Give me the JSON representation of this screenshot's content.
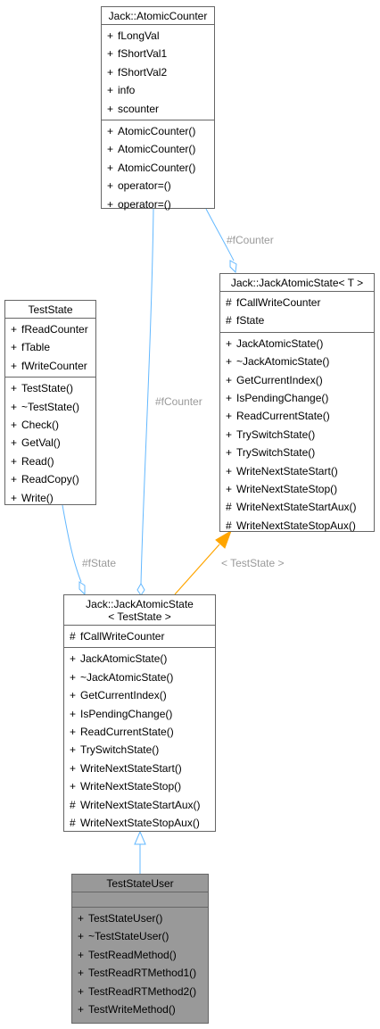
{
  "classes": {
    "atomic_counter": {
      "title": [
        "Jack::AtomicCounter"
      ],
      "attributes": [
        {
          "vis": "+",
          "name": "fLongVal"
        },
        {
          "vis": "+",
          "name": "fShortVal1"
        },
        {
          "vis": "+",
          "name": "fShortVal2"
        },
        {
          "vis": "+",
          "name": "info"
        },
        {
          "vis": "+",
          "name": "scounter"
        }
      ],
      "methods": [
        {
          "vis": "+",
          "name": "AtomicCounter()"
        },
        {
          "vis": "+",
          "name": "AtomicCounter()"
        },
        {
          "vis": "+",
          "name": "AtomicCounter()"
        },
        {
          "vis": "+",
          "name": "operator=()"
        },
        {
          "vis": "+",
          "name": "operator=()"
        }
      ]
    },
    "jack_atomic_state_t": {
      "title": [
        "Jack::JackAtomicState< T >"
      ],
      "attributes": [
        {
          "vis": "#",
          "name": "fCallWriteCounter"
        },
        {
          "vis": "#",
          "name": "fState"
        }
      ],
      "methods": [
        {
          "vis": "+",
          "name": "JackAtomicState()"
        },
        {
          "vis": "+",
          "name": "~JackAtomicState()"
        },
        {
          "vis": "+",
          "name": "GetCurrentIndex()"
        },
        {
          "vis": "+",
          "name": "IsPendingChange()"
        },
        {
          "vis": "+",
          "name": "ReadCurrentState()"
        },
        {
          "vis": "+",
          "name": "TrySwitchState()"
        },
        {
          "vis": "+",
          "name": "TrySwitchState()"
        },
        {
          "vis": "+",
          "name": "WriteNextStateStart()"
        },
        {
          "vis": "+",
          "name": "WriteNextStateStop()"
        },
        {
          "vis": "#",
          "name": "WriteNextStateStartAux()"
        },
        {
          "vis": "#",
          "name": "WriteNextStateStopAux()"
        }
      ]
    },
    "test_state": {
      "title": [
        "TestState"
      ],
      "attributes": [
        {
          "vis": "+",
          "name": "fReadCounter"
        },
        {
          "vis": "+",
          "name": "fTable"
        },
        {
          "vis": "+",
          "name": "fWriteCounter"
        }
      ],
      "methods": [
        {
          "vis": "+",
          "name": "TestState()"
        },
        {
          "vis": "+",
          "name": "~TestState()"
        },
        {
          "vis": "+",
          "name": "Check()"
        },
        {
          "vis": "+",
          "name": "GetVal()"
        },
        {
          "vis": "+",
          "name": "Read()"
        },
        {
          "vis": "+",
          "name": "ReadCopy()"
        },
        {
          "vis": "+",
          "name": "Write()"
        }
      ]
    },
    "jack_atomic_state_teststate": {
      "title": [
        "Jack::JackAtomicState",
        "< TestState >"
      ],
      "attributes": [
        {
          "vis": "#",
          "name": "fCallWriteCounter"
        }
      ],
      "methods": [
        {
          "vis": "+",
          "name": "JackAtomicState()"
        },
        {
          "vis": "+",
          "name": "~JackAtomicState()"
        },
        {
          "vis": "+",
          "name": "GetCurrentIndex()"
        },
        {
          "vis": "+",
          "name": "IsPendingChange()"
        },
        {
          "vis": "+",
          "name": "ReadCurrentState()"
        },
        {
          "vis": "+",
          "name": "TrySwitchState()"
        },
        {
          "vis": "+",
          "name": "WriteNextStateStart()"
        },
        {
          "vis": "+",
          "name": "WriteNextStateStop()"
        },
        {
          "vis": "#",
          "name": "WriteNextStateStartAux()"
        },
        {
          "vis": "#",
          "name": "WriteNextStateStopAux()"
        }
      ]
    },
    "test_state_user": {
      "title": [
        "TestStateUser"
      ],
      "attributes": [],
      "methods": [
        {
          "vis": "+",
          "name": "TestStateUser()"
        },
        {
          "vis": "+",
          "name": "~TestStateUser()"
        },
        {
          "vis": "+",
          "name": "TestReadMethod()"
        },
        {
          "vis": "+",
          "name": "TestReadRTMethod1()"
        },
        {
          "vis": "+",
          "name": "TestReadRTMethod2()"
        },
        {
          "vis": "+",
          "name": "TestWriteMethod()"
        }
      ]
    }
  },
  "edge_labels": {
    "fcounter_upper": "#fCounter",
    "fcounter_lower": "#fCounter",
    "fstate": "#fState",
    "template_arg": "< TestState >"
  },
  "colors": {
    "composition_edge": "#63b8ff",
    "inheritance_edge": "#63b8ff",
    "template_edge": "#ffa500",
    "edge_label": "#9a9a9a",
    "box_border": "#666666",
    "highlight_fill": "#999999"
  }
}
